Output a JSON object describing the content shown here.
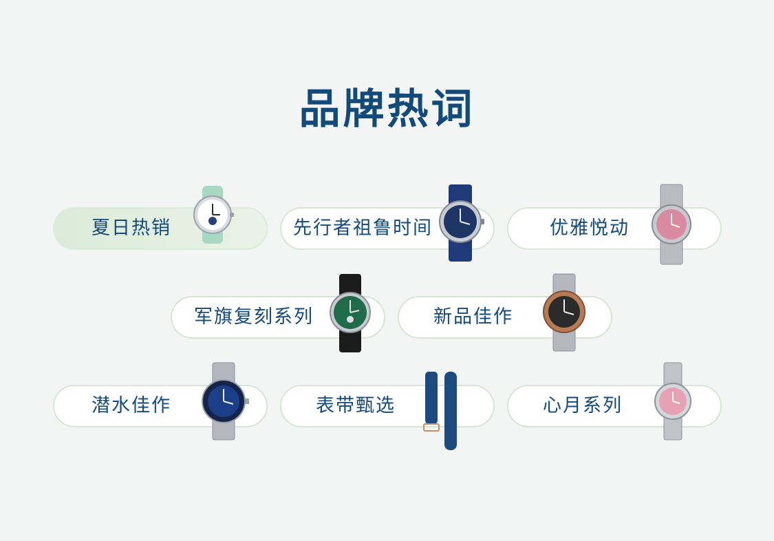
{
  "header": {
    "title": "品牌热词"
  },
  "keywords": [
    {
      "label": "夏日热销",
      "active": true,
      "icon": "white-moonphase-watch-icon",
      "accent": "#a8d8c4"
    },
    {
      "label": "先行者祖鲁时间",
      "active": false,
      "icon": "blue-gmt-watch-icon",
      "accent": "#1f3a78"
    },
    {
      "label": "优雅悦动",
      "active": false,
      "icon": "pink-dial-steel-watch-icon",
      "accent": "#d98aa0"
    },
    {
      "label": "军旗复刻系列",
      "active": false,
      "icon": "green-dial-leather-watch-icon",
      "accent": "#1f6b4a"
    },
    {
      "label": "新品佳作",
      "active": false,
      "icon": "bronze-bezel-steel-watch-icon",
      "accent": "#b77a55"
    },
    {
      "label": "潜水佳作",
      "active": false,
      "icon": "blue-diver-watch-icon",
      "accent": "#1c3f8a"
    },
    {
      "label": "表带甄选",
      "active": false,
      "icon": "blue-leather-strap-icon",
      "accent": "#1d4a7e"
    },
    {
      "label": "心月系列",
      "active": false,
      "icon": "pink-dial-ladies-watch-icon",
      "accent": "#e6a2b2"
    }
  ]
}
